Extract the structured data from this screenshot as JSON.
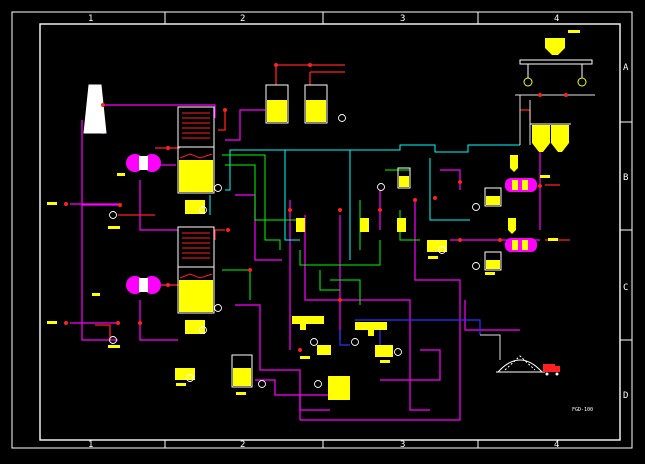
{
  "grid": {
    "top_cols": [
      "1",
      "2",
      "3",
      "4"
    ],
    "bottom_cols": [
      "1",
      "2",
      "3",
      "4"
    ],
    "right_rows": [
      "A",
      "B",
      "C",
      "D"
    ]
  },
  "drawing_code": "FGD-100",
  "colors": {
    "background": "#000000",
    "frame": "#ffffff",
    "vessel": "#ffff00",
    "pipe_magenta": "#ff00ff",
    "pipe_cyan": "#00ffff",
    "pipe_green": "#00ff00",
    "pipe_red": "#ff2020",
    "pipe_blue": "#3030ff",
    "pipe_white": "#e0e0e0",
    "heater": "#ff00ff"
  },
  "equipment": [
    {
      "name": "stack",
      "icon": "chimney-icon"
    },
    {
      "name": "upper-absorber",
      "icon": "tower-icon"
    },
    {
      "name": "lower-absorber",
      "icon": "tower-icon"
    },
    {
      "name": "upper-ggh",
      "icon": "heat-exchanger-icon"
    },
    {
      "name": "lower-ggh",
      "icon": "heat-exchanger-icon"
    },
    {
      "name": "limestone-silo",
      "icon": "silo-icon"
    },
    {
      "name": "gypsum-hopper",
      "icon": "hopper-icon"
    },
    {
      "name": "ball-mill-upper",
      "icon": "mill-icon"
    },
    {
      "name": "ball-mill-lower",
      "icon": "mill-icon"
    },
    {
      "name": "process-water-tank",
      "icon": "tank-icon"
    },
    {
      "name": "filtrate-tank",
      "icon": "tank-icon"
    },
    {
      "name": "vacuum-belt-filter",
      "icon": "belt-filter-icon"
    },
    {
      "name": "gypsum-pile",
      "icon": "pile-icon"
    },
    {
      "name": "truck",
      "icon": "truck-icon"
    }
  ]
}
